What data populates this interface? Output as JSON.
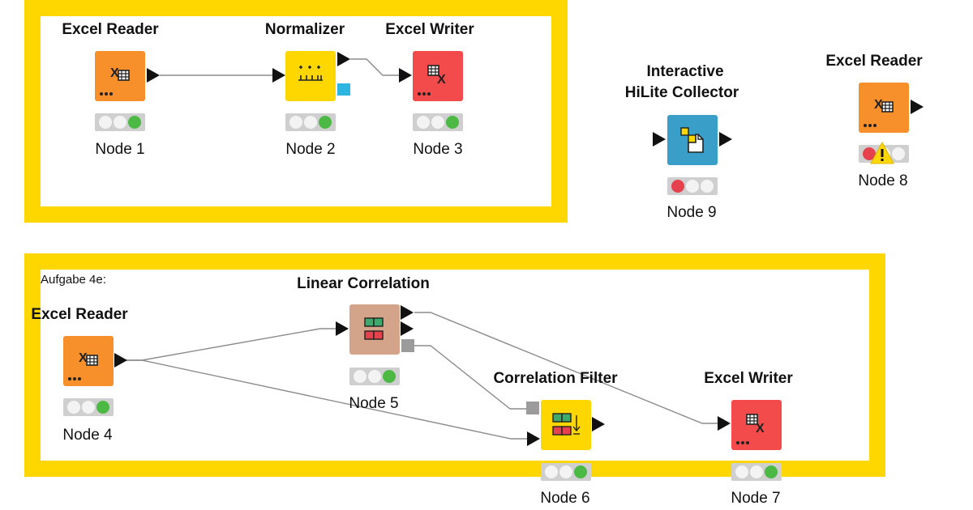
{
  "annotations": [
    {
      "text": ""
    },
    {
      "text": "Aufgabe 4e:"
    }
  ],
  "nodes": [
    {
      "id": "node1",
      "title": "Excel Reader",
      "label": "Node 1",
      "status": "executed",
      "color": "#F7902B"
    },
    {
      "id": "node2",
      "title": "Normalizer",
      "label": "Node 2",
      "status": "executed",
      "color": "#FFD700"
    },
    {
      "id": "node3",
      "title": "Excel Writer",
      "label": "Node 3",
      "status": "executed",
      "color": "#F34B4B"
    },
    {
      "id": "node9",
      "title_line1": "Interactive",
      "title_line2": "HiLite Collector",
      "label": "Node 9",
      "status": "not-configured",
      "color": "#3A9FC8"
    },
    {
      "id": "node8",
      "title": "Excel Reader",
      "label": "Node 8",
      "status": "warning",
      "color": "#F7902B"
    },
    {
      "id": "node4",
      "title": "Excel Reader",
      "label": "Node 4",
      "status": "executed",
      "color": "#F7902B"
    },
    {
      "id": "node5",
      "title": "Linear Correlation",
      "label": "Node 5",
      "status": "executed",
      "color": "#D4A48A"
    },
    {
      "id": "node6",
      "title": "Correlation Filter",
      "label": "Node 6",
      "status": "executed",
      "color": "#FFD700"
    },
    {
      "id": "node7",
      "title": "Excel Writer",
      "label": "Node 7",
      "status": "executed",
      "color": "#F34B4B"
    }
  ],
  "connections": [
    {
      "from": "Node 1",
      "to": "Node 2"
    },
    {
      "from": "Node 2",
      "to": "Node 3"
    },
    {
      "from": "Node 4",
      "to": "Node 5"
    },
    {
      "from": "Node 4",
      "to": "Node 6"
    },
    {
      "from": "Node 5",
      "to": "Node 6",
      "port": "model"
    },
    {
      "from": "Node 5",
      "to": "Node 7"
    }
  ],
  "colors": {
    "annotation_border": "#FFD700",
    "wire": "#8c8c8c",
    "port_flow": "#111111",
    "port_model": "#9b9b9b",
    "port_view": "#2CB5E0",
    "status_green": "#4cb944",
    "status_red": "#e5424d",
    "status_warning": "#FFD700"
  }
}
